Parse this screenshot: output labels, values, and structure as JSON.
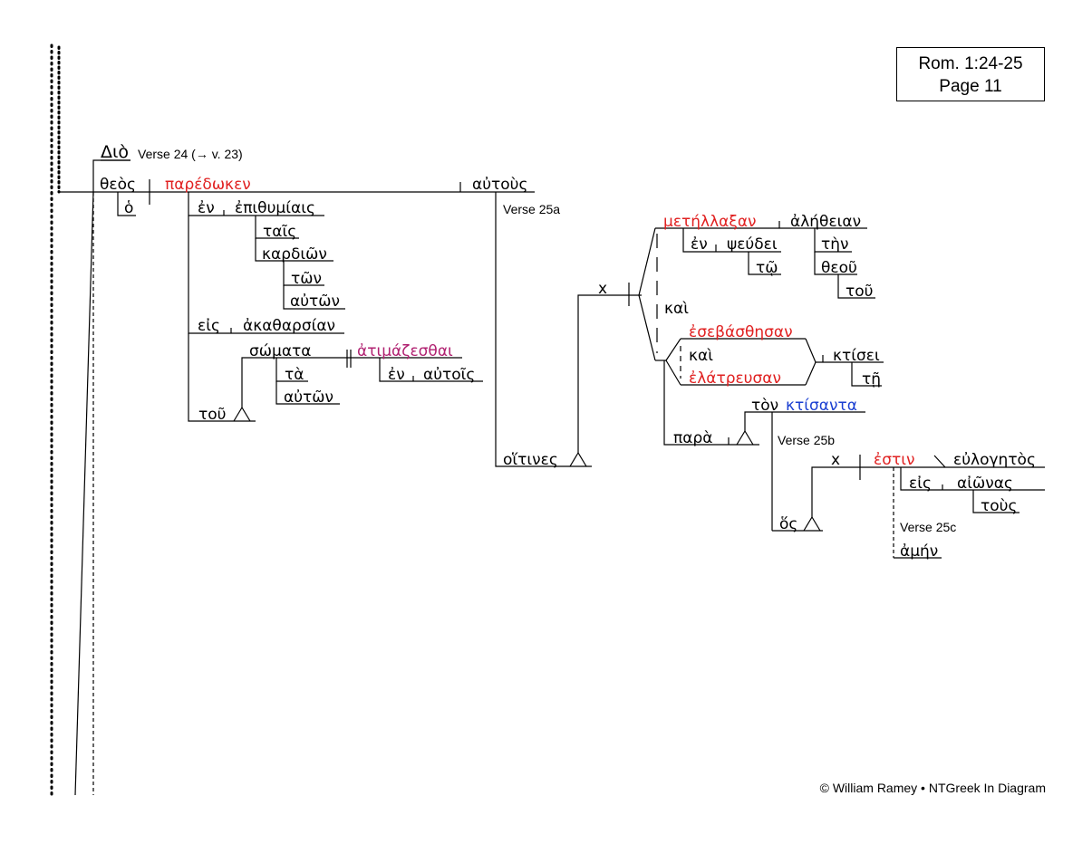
{
  "reference": {
    "line1": "Rom. 1:24-25",
    "line2": "Page 11"
  },
  "copyright": "© William Ramey • NTGreek In Diagram",
  "colors": {
    "verb": "#e02020",
    "infinitive": "#b02070",
    "participle": "#1a3fd1",
    "text": "#000000"
  },
  "verse_labels": {
    "v24": "Verse 24 (→ v. 23)",
    "v25a": "Verse 25a",
    "v25b": "Verse 25b",
    "v25c": "Verse 25c"
  },
  "words": {
    "dio": "Διὸ",
    "theos": "θεὸς",
    "ho": "ὁ",
    "paredoken": "παρέδωκεν",
    "autous": "αὐτοὺς",
    "en1": "ἐν",
    "epithymiais": "ἐπιθυμίαις",
    "tais": "ταῖς",
    "kardion": "καρδιῶν",
    "ton": "τῶν",
    "auton1": "αὐτῶν",
    "eis1": "εἰς",
    "akatharsian": "ἀκαθαρσίαν",
    "somata": "σώματα",
    "atimazesthai": "ἀτιμάζεσθαι",
    "ta": "τὰ",
    "en2": "ἐν",
    "autois": "αὐτοῖς",
    "auton2": "αὐτῶν",
    "tou": "τοῦ",
    "hoitines": "οἵτινες",
    "x1": "x",
    "metellaxan": "μετήλλαξαν",
    "aletheian": "ἀλήθειαν",
    "ten": "τὴν",
    "theou": "θεοῦ",
    "tou2": "τοῦ",
    "en3": "ἐν",
    "pseudei": "ψεύδει",
    "to": "τῷ",
    "kai1": "καὶ",
    "esebasthesan": "ἐσεβάσθησαν",
    "kai2": "καὶ",
    "elatreusan": "ἐλάτρευσαν",
    "ktisei": "κτίσει",
    "te": "τῇ",
    "ton_art": "τὸν",
    "ktisanta": "κτίσαντα",
    "para": "παρὰ",
    "x2": "x",
    "estin": "ἐστιν",
    "eulogetos": "εὐλογητὸς",
    "eis2": "εἰς",
    "aionas": "αἰῶνας",
    "tous": "τοὺς",
    "hos": "ὅς",
    "amen": "ἀμήν"
  }
}
